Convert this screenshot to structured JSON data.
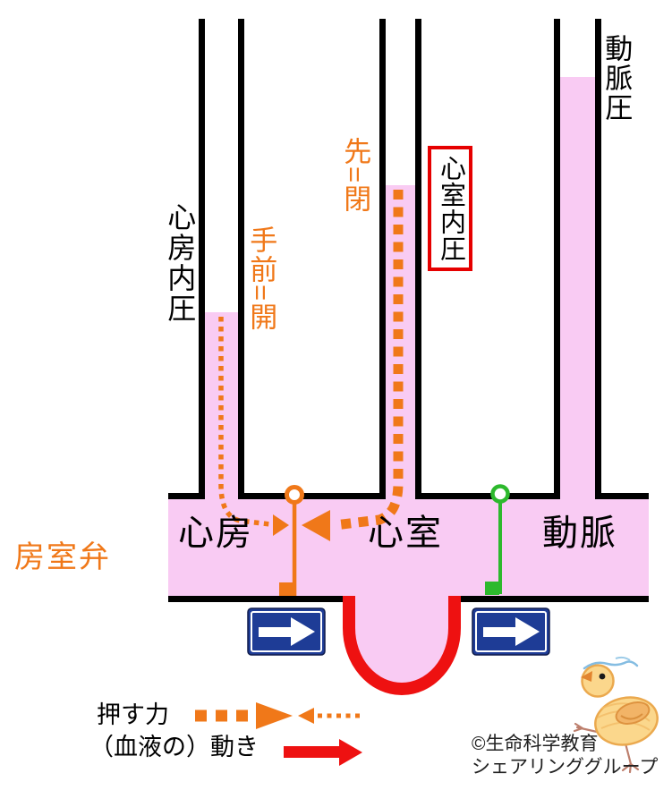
{
  "title": "heart-pressure-manometer-diagram",
  "vertical_labels": {
    "atrial_pressure": "心房内圧",
    "front_open": "手前=開",
    "tip_closed": "先=閉",
    "ventricular_pressure": "心室内圧",
    "arterial_pressure": "動脈圧"
  },
  "chamber_labels": {
    "atrium": "心房",
    "ventricle": "心室",
    "artery": "動脈"
  },
  "av_valve_label": "房室弁",
  "legend": {
    "push_force": "押す力",
    "blood_movement": "（血液の）動き"
  },
  "copyright": {
    "line1": "©生命科学教育",
    "line2": "シェアリンググループ"
  },
  "icons": {
    "one_way_sign": "right-arrow-road-sign",
    "chick": "hand-drawn-chick-mascot",
    "open_valve": "orange-valve-open",
    "closed_valve": "green-valve-closed"
  },
  "colors": {
    "blood_pink": "#f9cbf3",
    "push_orange": "#f07819",
    "valve_green": "#2db92d",
    "flow_red": "#ee1111",
    "sign_navy": "#1e3c96",
    "box_border_red": "#e60000",
    "wall_black": "#000000"
  }
}
